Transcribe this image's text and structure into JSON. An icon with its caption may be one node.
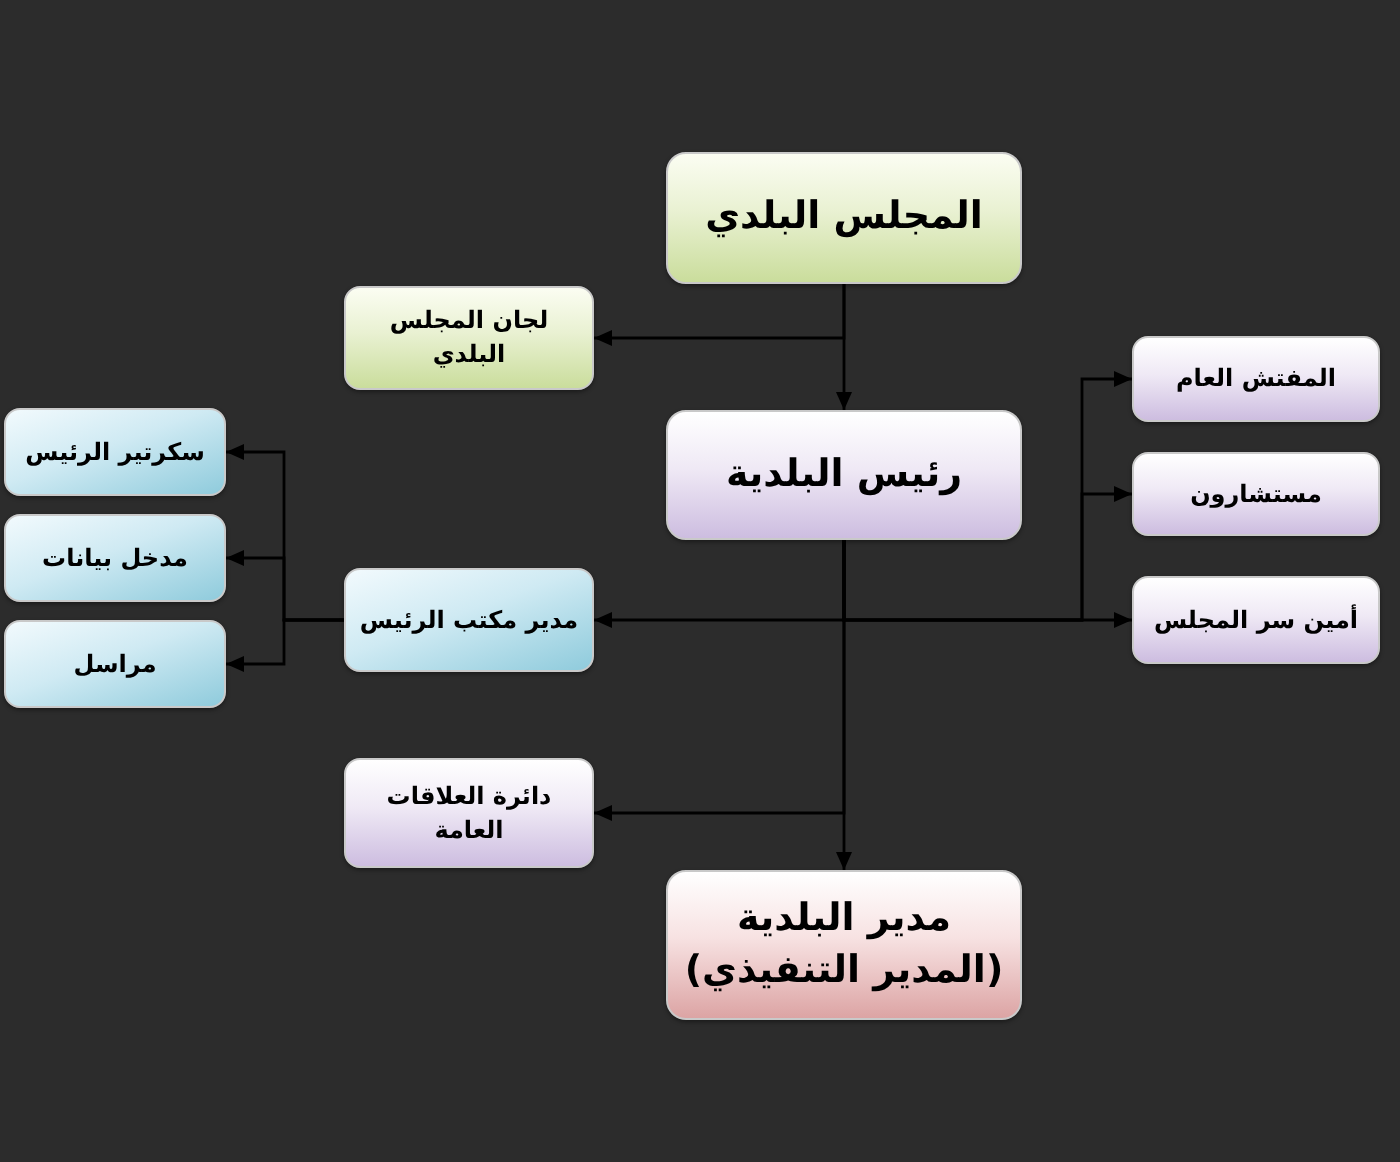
{
  "diagram": {
    "nodes": [
      {
        "text": [
          "المجلس البلدي"
        ]
      },
      {
        "text": [
          "لجان المجلس البلدي"
        ]
      },
      {
        "text": [
          "رئيس البلدية"
        ]
      },
      {
        "text": [
          "المفتش العام"
        ]
      },
      {
        "text": [
          "مستشارون"
        ]
      },
      {
        "text": [
          "أمين سر المجلس"
        ]
      },
      {
        "text": [
          "سكرتير الرئيس"
        ]
      },
      {
        "text": [
          "مدخل بيانات"
        ]
      },
      {
        "text": [
          "مراسل"
        ]
      },
      {
        "text": [
          "مدير مكتب الرئيس"
        ]
      },
      {
        "text": [
          "دائرة العلاقات العامة"
        ]
      },
      {
        "text": [
          "مدير البلدية (المدير التنفيذي)"
        ]
      }
    ],
    "edges": [
      {
        "from": 0,
        "to": 2,
        "arrow": "to"
      },
      {
        "from": 0,
        "to": 1,
        "arrow": "to"
      },
      {
        "from": 2,
        "to": 3,
        "arrow": "to"
      },
      {
        "from": 2,
        "to": 4,
        "arrow": "to"
      },
      {
        "from": 2,
        "to": 5,
        "arrow": "to"
      },
      {
        "from": 2,
        "to": 9,
        "arrow": "to"
      },
      {
        "from": 2,
        "to": 10,
        "arrow": "to"
      },
      {
        "from": 2,
        "to": 11,
        "arrow": "to"
      },
      {
        "from": 9,
        "to": 6,
        "arrow": "to"
      },
      {
        "from": 9,
        "to": 7,
        "arrow": "to"
      },
      {
        "from": 9,
        "to": 8,
        "arrow": "to"
      }
    ]
  }
}
